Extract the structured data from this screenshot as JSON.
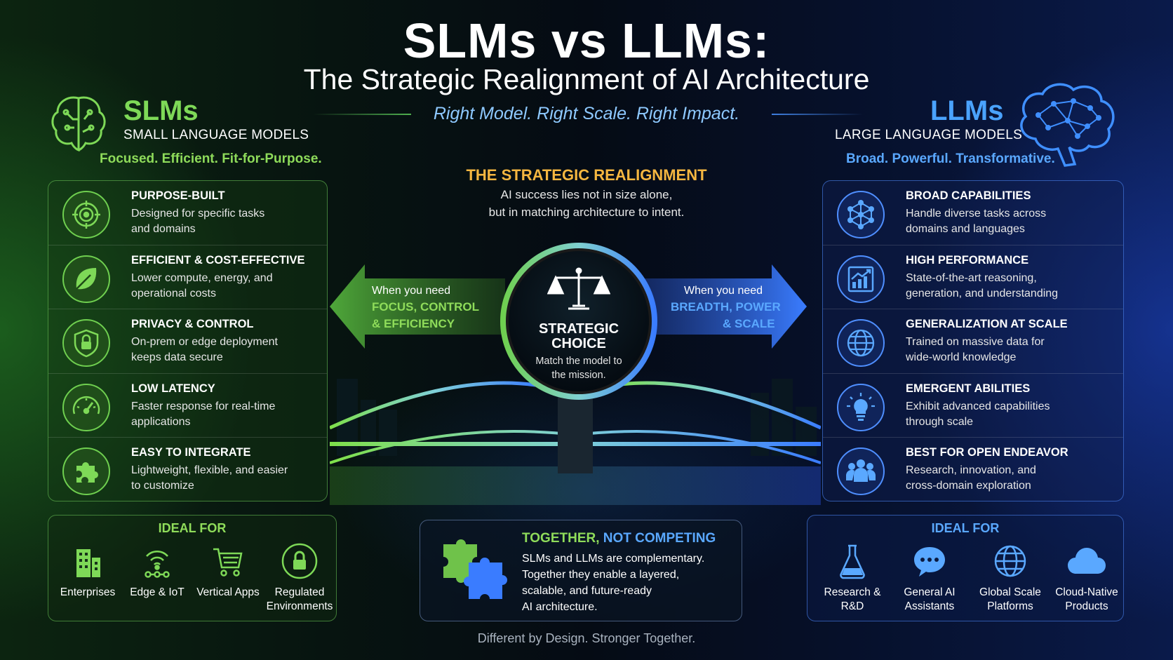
{
  "header": {
    "title": "SLMs vs LLMs:",
    "subtitle": "The Strategic Realignment of AI Architecture",
    "tagline": "Right Model. Right Scale. Right Impact."
  },
  "slm": {
    "title": "SLMs",
    "subtitle": "SMALL LANGUAGE MODELS",
    "tagline": "Focused. Efficient. Fit-for-Purpose.",
    "features": [
      {
        "title": "PURPOSE-BUILT",
        "desc1": "Designed for specific tasks",
        "desc2": "and domains",
        "icon": "target-icon"
      },
      {
        "title": "EFFICIENT & COST-EFFECTIVE",
        "desc1": "Lower compute, energy, and",
        "desc2": "operational costs",
        "icon": "leaf-icon"
      },
      {
        "title": "PRIVACY & CONTROL",
        "desc1": "On-prem or edge deployment",
        "desc2": "keeps data secure",
        "icon": "shield-lock-icon"
      },
      {
        "title": "LOW LATENCY",
        "desc1": "Faster response for real-time",
        "desc2": "applications",
        "icon": "speedometer-icon"
      },
      {
        "title": "EASY TO INTEGRATE",
        "desc1": "Lightweight, flexible, and easier",
        "desc2": "to customize",
        "icon": "puzzle-piece-icon"
      }
    ],
    "ideal_title": "IDEAL FOR",
    "ideal": [
      {
        "l1": "Enterprises",
        "l2": ""
      },
      {
        "l1": "Edge & IoT",
        "l2": ""
      },
      {
        "l1": "Vertical Apps",
        "l2": ""
      },
      {
        "l1": "Regulated",
        "l2": "Environments"
      }
    ]
  },
  "llm": {
    "title": "LLMs",
    "subtitle": "LARGE LANGUAGE MODELS",
    "tagline": "Broad. Powerful. Transformative.",
    "features": [
      {
        "title": "BROAD CAPABILITIES",
        "desc1": "Handle diverse tasks across",
        "desc2": "domains and languages",
        "icon": "network-icon"
      },
      {
        "title": "HIGH PERFORMANCE",
        "desc1": "State-of-the-art reasoning,",
        "desc2": "generation, and understanding",
        "icon": "growth-chart-icon"
      },
      {
        "title": "GENERALIZATION AT SCALE",
        "desc1": "Trained on massive data for",
        "desc2": "wide-world knowledge",
        "icon": "globe-icon"
      },
      {
        "title": "EMERGENT ABILITIES",
        "desc1": "Exhibit advanced capabilities",
        "desc2": "through scale",
        "icon": "lightbulb-icon"
      },
      {
        "title": "BEST FOR OPEN ENDEAVOR",
        "desc1": "Research, innovation, and",
        "desc2": "cross-domain exploration",
        "icon": "team-icon"
      }
    ],
    "ideal_title": "IDEAL FOR",
    "ideal": [
      {
        "l1": "Research &",
        "l2": "R&D"
      },
      {
        "l1": "General AI",
        "l2": "Assistants"
      },
      {
        "l1": "Global Scale",
        "l2": "Platforms"
      },
      {
        "l1": "Cloud-Native",
        "l2": "Products"
      }
    ]
  },
  "center": {
    "realign_title": "THE STRATEGIC REALIGNMENT",
    "realign_l1": "AI success lies not in size alone,",
    "realign_l2": "but in matching architecture to intent.",
    "left_need_1": "When you need",
    "left_need_2": "FOCUS, CONTROL",
    "left_need_3": "& EFFICIENCY",
    "right_need_1": "When you need",
    "right_need_2": "BREADTH, POWER",
    "right_need_3": "& SCALE",
    "choice_1": "STRATEGIC",
    "choice_2": "CHOICE",
    "choice_3": "Match the model to",
    "choice_4": "the mission."
  },
  "together": {
    "title_a": "TOGETHER,",
    "title_b": " NOT COMPETING",
    "l1": "SLMs and LLMs are complementary.",
    "l2": "Together they enable a layered,",
    "l3": "scalable, and future-ready",
    "l4": "AI architecture."
  },
  "footer": "Different by Design. Stronger Together.",
  "colors": {
    "slm_green": "#7ed957",
    "llm_blue": "#4aa3ff",
    "realign_orange": "#f5b640"
  }
}
